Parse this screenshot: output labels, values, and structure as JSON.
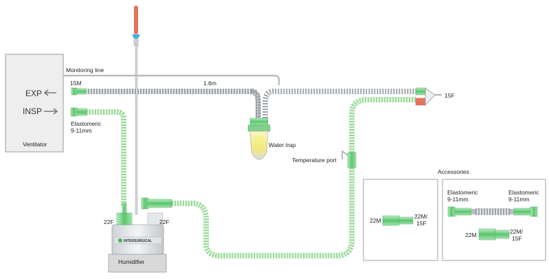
{
  "labels": {
    "monitoring_line": "Monitoring line",
    "length": "1.6m",
    "port_15m": "15M",
    "port_15f": "15F",
    "exp": "EXP",
    "insp": "INSP",
    "ventilator": "Ventilator",
    "elastomeric_1": "Elastomeric",
    "elastomeric_2": "9-11mm",
    "water_trap": "Water trap",
    "temperature_port": "Temperature port",
    "port_22f_left": "22F",
    "port_22f_right": "22F",
    "humidifier": "Humidifier",
    "humidifier_brand": "INTERSURGICAL"
  },
  "accessories": {
    "title": "Accessories",
    "box1": {
      "left": "22M",
      "right_1": "22M/",
      "right_2": "15F"
    },
    "box2": {
      "left_label_1": "Elastomeric",
      "left_label_2": "9-11mm",
      "right_label_1": "Elastomeric",
      "right_label_2": "9-11mm",
      "bottom_left": "22M",
      "bottom_right_1": "22M/",
      "bottom_right_2": "15F"
    }
  },
  "colors": {
    "tube_green": "#9fd99a",
    "tube_grey": "#c9ccd0",
    "connector_green": "#6fcf80",
    "probe_red": "#e8735a",
    "probe_tip_blue": "#39b3e8",
    "ventilator_fill": "#eeeeee",
    "humidifier_base": "#d9d9d9",
    "water_trap_yellow": "#f6ef8a"
  }
}
